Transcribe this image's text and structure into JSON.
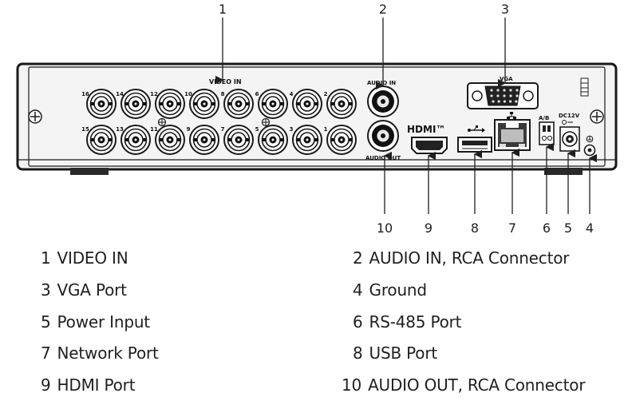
{
  "panel": {
    "video_in_label": "VIDEO IN",
    "audio_in_label": "AUDIO IN",
    "audio_out_label": "AUDIO OUT",
    "vga_label": "VGA",
    "hdmi_logo": "HDMI™",
    "ab_label": "A/B",
    "dc_label": "DC12V",
    "bnc_top": [
      "16",
      "14",
      "12",
      "10",
      "8",
      "6",
      "4",
      "2"
    ],
    "bnc_bottom": [
      "15",
      "13",
      "11",
      "9",
      "7",
      "5",
      "3",
      "1"
    ]
  },
  "callouts": {
    "top": [
      "1",
      "2",
      "3"
    ],
    "bottom": [
      "10",
      "9",
      "8",
      "7",
      "6",
      "5",
      "4"
    ]
  },
  "legend": [
    {
      "num": "1",
      "label": "VIDEO IN"
    },
    {
      "num": "2",
      "label": "AUDIO IN, RCA Connector"
    },
    {
      "num": "3",
      "label": "VGA Port"
    },
    {
      "num": "4",
      "label": "Ground"
    },
    {
      "num": "5",
      "label": "Power Input"
    },
    {
      "num": "6",
      "label": "RS-485 Port"
    },
    {
      "num": "7",
      "label": "Network Port"
    },
    {
      "num": "8",
      "label": "USB Port"
    },
    {
      "num": "9",
      "label": "HDMI Port"
    },
    {
      "num": "10",
      "label": "AUDIO OUT, RCA Connector"
    }
  ]
}
